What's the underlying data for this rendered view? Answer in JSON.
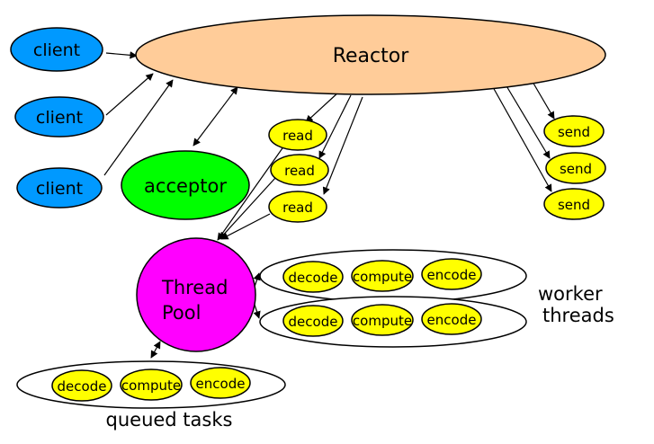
{
  "diagram": {
    "reactor": "Reactor",
    "clients": [
      "client",
      "client",
      "client"
    ],
    "acceptor": "acceptor",
    "reads": [
      "read",
      "read",
      "read"
    ],
    "sends": [
      "send",
      "send",
      "send"
    ],
    "thread_pool": [
      "Thread",
      "Pool"
    ],
    "worker_rows": [
      [
        "decode",
        "compute",
        "encode"
      ],
      [
        "decode",
        "compute",
        "encode"
      ]
    ],
    "queued_row": [
      "decode",
      "compute",
      "encode"
    ],
    "worker_label": [
      "worker",
      "threads"
    ],
    "queued_label": "queued tasks",
    "colors": {
      "reactor": "#FFCC99",
      "client": "#0099FF",
      "acceptor": "#00FF00",
      "thread_pool": "#FF00FF",
      "task": "#FFFF00",
      "group": "#FFFFFF"
    }
  }
}
